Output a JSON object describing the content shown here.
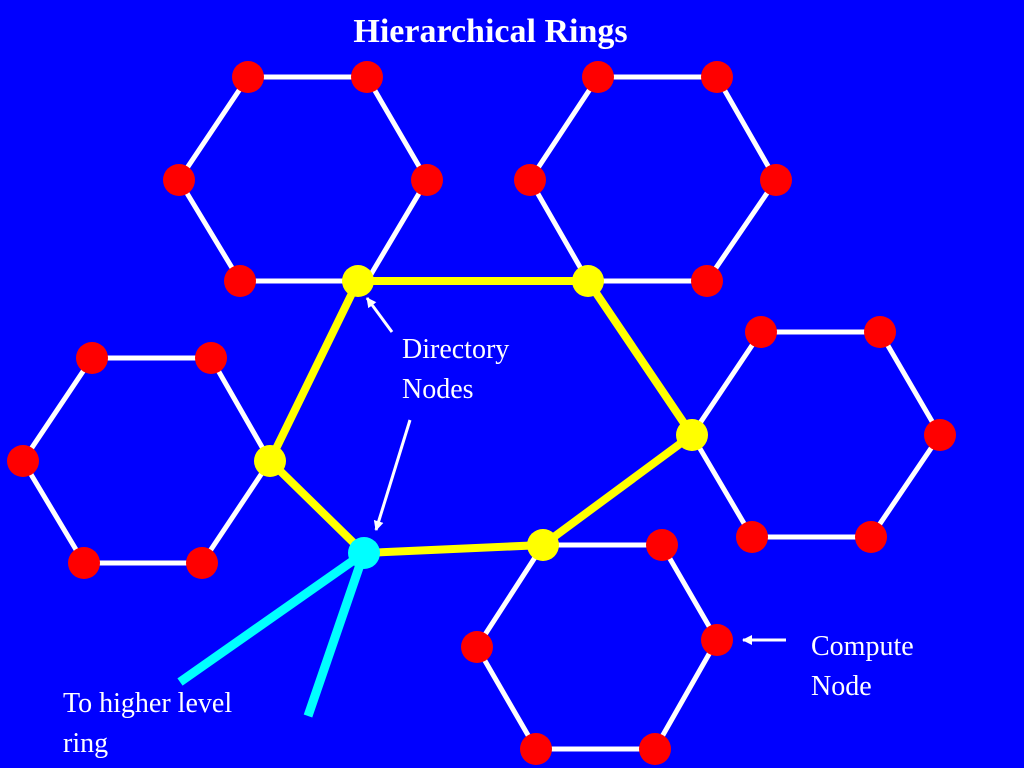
{
  "title": "Hierarchical Rings",
  "labels": {
    "directory_nodes": "Directory\nNodes",
    "compute_node": "Compute\nNode",
    "higher_level_ring": "To higher level\nring"
  },
  "colors": {
    "background": "#0000ff",
    "compute_node": "#ff0000",
    "directory_node": "#ffff00",
    "higher_level_node": "#00ffff",
    "ring_link": "#ffffff",
    "directory_link": "#ffff00",
    "higher_level_link": "#00ffff",
    "text": "#ffffff"
  }
}
